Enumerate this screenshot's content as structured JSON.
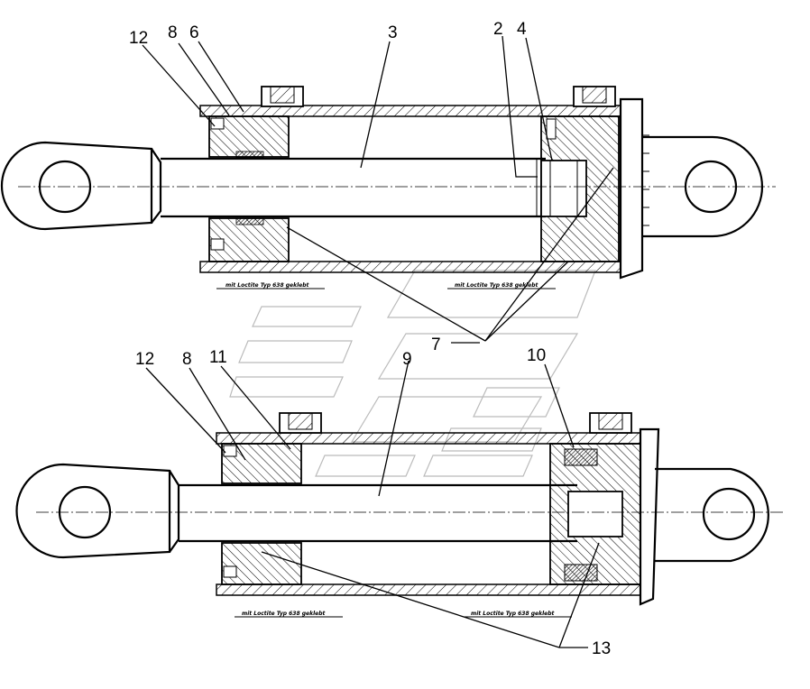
{
  "drawing": {
    "callouts_top": [
      "12",
      "8",
      "6",
      "3",
      "2",
      "4",
      "7"
    ],
    "callouts_bottom": [
      "12",
      "8",
      "11",
      "9",
      "10",
      "13"
    ],
    "notes_top": [
      "mit Loctite Typ 638 geklebt",
      "mit Loctite Typ 638 geklebt"
    ],
    "notes_bottom": [
      "mit Loctite Typ 638 geklebt",
      "mit Loctite Typ 638 geklebt"
    ]
  }
}
